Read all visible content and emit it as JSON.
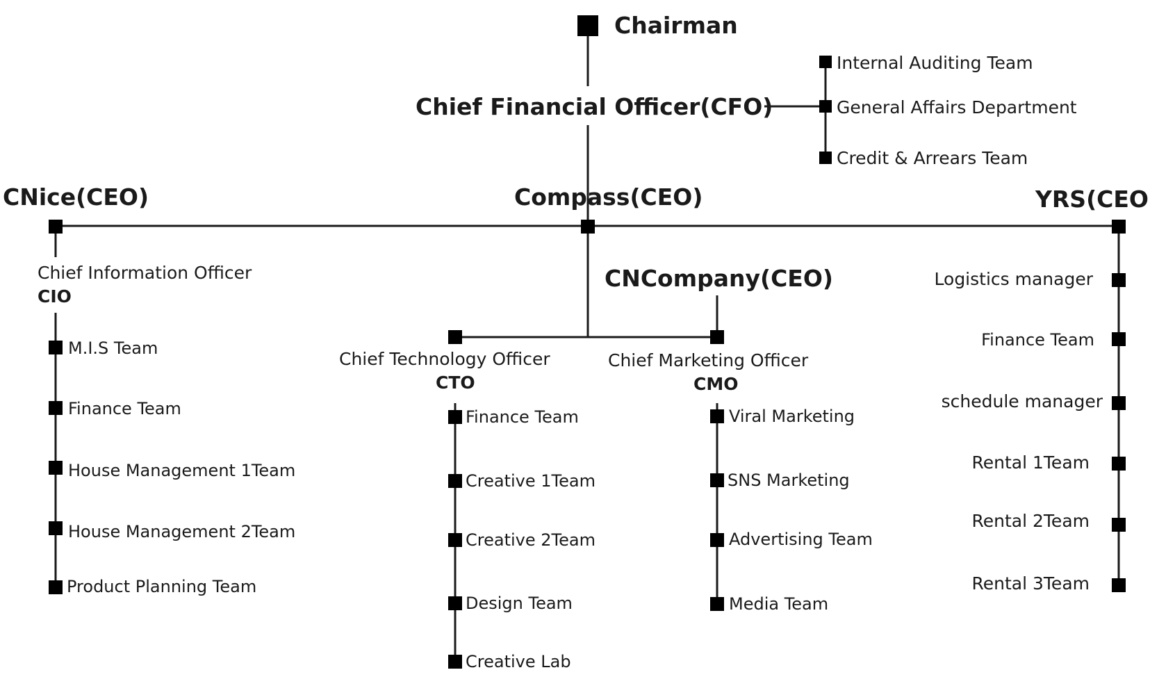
{
  "top": {
    "chairman": "Chairman",
    "cfo": "Chief Financial Officer(CFO)",
    "cfo_teams": [
      "Internal Auditing Team",
      "General Affairs Department",
      "Credit & Arrears Team"
    ]
  },
  "companies": {
    "cnice": "CNice(CEO)",
    "compass": "Compass(CEO)",
    "yrs": "YRS(CEO)",
    "cncompany": "CNCompany(CEO)"
  },
  "cio": {
    "title": "Chief Information Officer",
    "abbr": "CIO",
    "teams": [
      "M.I.S Team",
      "Finance Team",
      "House Management 1Team",
      "House Management 2Team",
      "Product Planning Team"
    ]
  },
  "cto": {
    "title": "Chief Technology Officer",
    "abbr": "CTO",
    "teams": [
      "Finance Team",
      "Creative 1Team",
      "Creative 2Team",
      "Design Team",
      "Creative Lab"
    ]
  },
  "cmo": {
    "title": "Chief Marketing Officer",
    "abbr": "CMO",
    "teams": [
      "Viral Marketing",
      "SNS Marketing",
      "Advertising Team",
      "Media Team"
    ]
  },
  "yrs": {
    "teams": [
      "Logistics manager",
      "Finance Team",
      "schedule manager",
      "Rental 1Team",
      "Rental 2Team",
      "Rental 3Team"
    ]
  }
}
